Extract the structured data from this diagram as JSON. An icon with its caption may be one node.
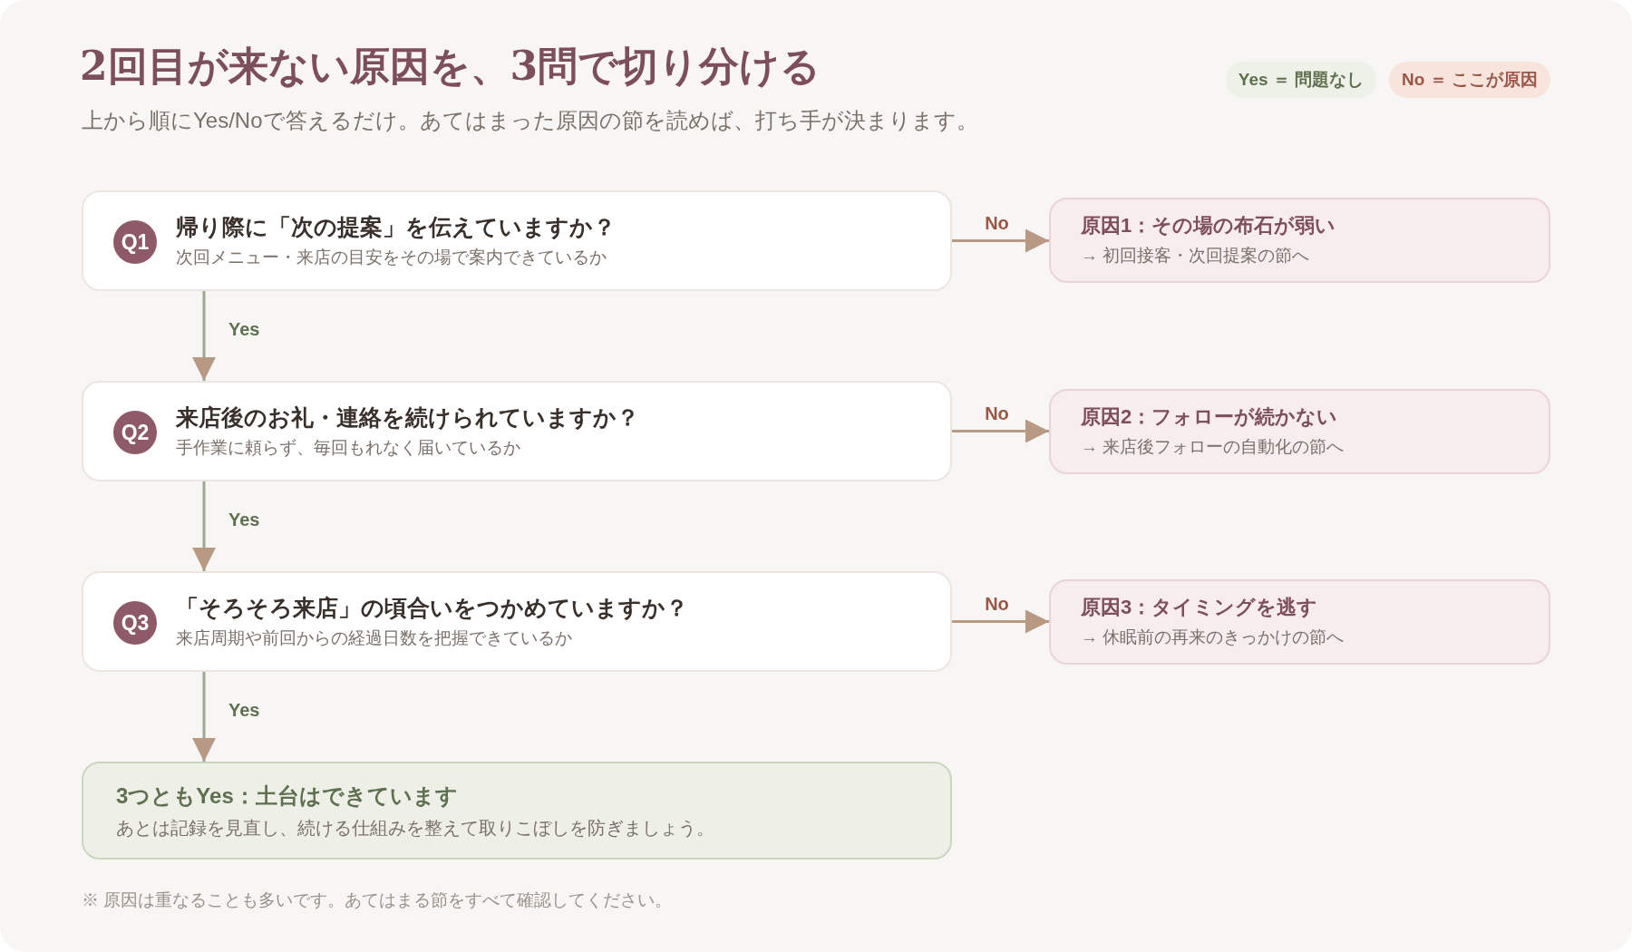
{
  "diagram": {
    "title": "2回目が来ない原因を、3問で切り分ける",
    "nodes": [
      {
        "text": [
          "帰り際に「次の提案」を伝えていますか？",
          "次回メニュー・来店の目安をその場で案内できているか"
        ]
      },
      {
        "text": [
          "Q1"
        ],
        "in": 0
      },
      {
        "text": [
          "原因1：その場の布石が弱い",
          "→ 初回接客・次回提案の節へ"
        ]
      },
      {
        "text": [
          "来店後のお礼・連絡を続けられていますか？",
          "手作業に頼らず、毎回もれなく届いているか"
        ]
      },
      {
        "text": [
          "Q2"
        ],
        "in": 3
      },
      {
        "text": [
          "原因2：フォローが続かない",
          "→ 来店後フォローの自動化の節へ"
        ]
      },
      {
        "text": [
          "「そろそろ来店」の頃合いをつかめていますか？",
          "来店周期や前回からの経過日数を把握できているか"
        ]
      },
      {
        "text": [
          "Q3"
        ],
        "in": 6
      },
      {
        "text": [
          "原因3：タイミングを逃す",
          "→ 休眠前の再来のきっかけの節へ"
        ]
      },
      {
        "text": [
          "3つともYes：土台はできています",
          "あとは記録を見直し、続ける仕組みを整えて取りこぼしを防ぎましょう。"
        ]
      }
    ],
    "edges": [
      {
        "from": 0,
        "to": 2,
        "arrow": "to",
        "label": "No"
      },
      {
        "from": 0,
        "to": 3,
        "arrow": "to",
        "label": "Yes",
        "color": "#9aab8a"
      },
      {
        "from": 3,
        "to": 5,
        "arrow": "to",
        "label": "No"
      },
      {
        "from": 3,
        "to": 6,
        "arrow": "to",
        "label": "Yes",
        "color": "#9aab8a"
      },
      {
        "from": 6,
        "to": 8,
        "arrow": "to",
        "label": "No"
      },
      {
        "from": 6,
        "to": 9,
        "arrow": "to",
        "label": "Yes",
        "color": "#9aab8a"
      }
    ],
    "labels": [
      "上から順にYes/Noで答えるだけ。あてはまった原因の節を読めば、打ち手が決まります。",
      "※ 原因は重なることも多いです。あてはまる節をすべて確認してください。"
    ],
    "legend": [
      {
        "text": "Yes ＝ 問題なし",
        "color": "#edf1e8"
      },
      {
        "text": "No ＝ ここが原因",
        "color": "#f7e4dc"
      }
    ]
  }
}
